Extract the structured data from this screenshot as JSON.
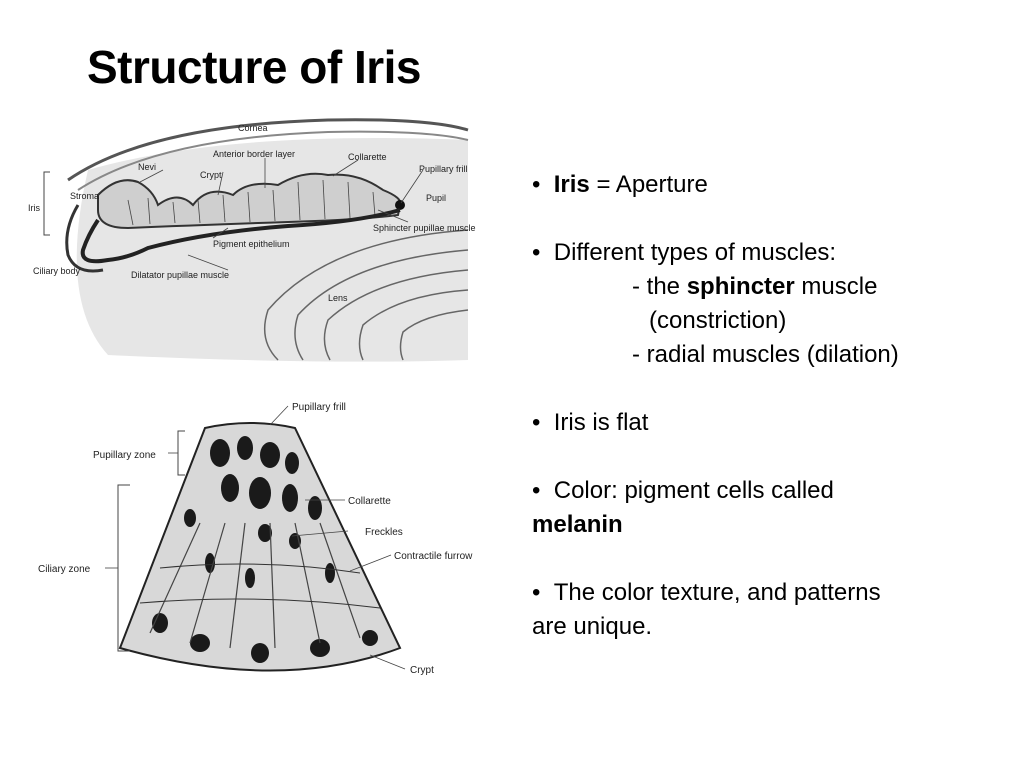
{
  "slide": {
    "title": "Structure of Iris"
  },
  "top_diagram": {
    "labels": {
      "cornea": "Cornea",
      "anterior_border_layer": "Anterior border layer",
      "nevi": "Nevi",
      "crypt": "Crypt",
      "collarette": "Collarette",
      "pupillary_frill": "Pupillary frill",
      "iris": "Iris",
      "stroma": "Stroma",
      "pupil": "Pupil",
      "sphincter_pupillae_muscle": "Sphincter pupillae muscle",
      "pigment_epithelium": "Pigment epithelium",
      "ciliary_body": "Ciliary body",
      "dilatator_pupillae_muscle": "Dilatator pupillae muscle",
      "lens": "Lens"
    }
  },
  "bottom_diagram": {
    "labels": {
      "pupillary_frill": "Pupillary frill",
      "pupillary_zone": "Pupillary zone",
      "collarette": "Collarette",
      "freckles": "Freckles",
      "contractile_furrow": "Contractile furrow",
      "ciliary_zone": "Ciliary zone",
      "crypt": "Crypt"
    }
  },
  "bullets": {
    "b1_bold": "Iris",
    "b1_rest": " = Aperture",
    "b2": "Different types of muscles:",
    "b2_sub1_pre": "- the ",
    "b2_sub1_bold": "sphincter",
    "b2_sub1_post": " muscle",
    "b2_sub1_cont": "(constriction)",
    "b2_sub2": "- radial muscles (dilation)",
    "b3": "Iris is flat",
    "b4": "Color: pigment cells called",
    "b4_bold": "melanin",
    "b5_line1": "The color texture, and patterns",
    "b5_line2": "are unique.",
    "marker": "•"
  }
}
